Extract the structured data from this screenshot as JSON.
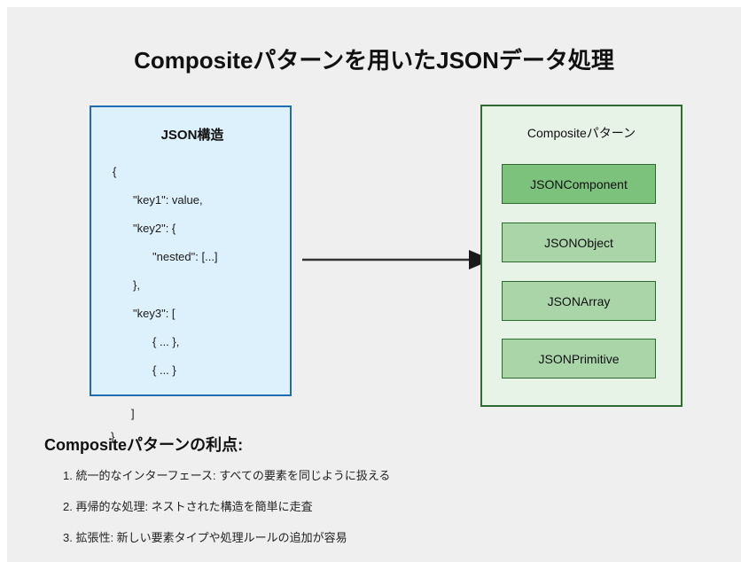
{
  "slide": {
    "title": "Compositeパターンを用いたJSONデータ処理",
    "background_color": "#efefef"
  },
  "json_box": {
    "title": "JSON構造",
    "border_color": "#1f6cb0",
    "fill_color": "#ddf1fc",
    "code_lines": [
      {
        "text": "{",
        "indent": 0
      },
      {
        "text": "\"key1\": value,",
        "indent": 1
      },
      {
        "text": "\"key2\": {",
        "indent": 1
      },
      {
        "text": "\"nested\": [...]",
        "indent": 2
      },
      {
        "text": "},",
        "indent": 1
      },
      {
        "text": "\"key3\": [",
        "indent": 1
      },
      {
        "text": "{ ... },",
        "indent": 2
      },
      {
        "text": "{ ... }",
        "indent": 2
      }
    ],
    "overflow_bracket": "]",
    "overflow_brace": "}"
  },
  "arrow": {
    "label": "",
    "color": "#333333"
  },
  "pattern_box": {
    "title": "Compositeパターン",
    "border_color": "#2e6b2e",
    "fill_color": "#e7f3e7",
    "items": [
      {
        "label": "JSONComponent",
        "style": "primary",
        "color": "#7cc17c"
      },
      {
        "label": "JSONObject",
        "style": "normal",
        "color": "#a9d5a9"
      },
      {
        "label": "JSONArray",
        "style": "normal",
        "color": "#a9d5a9"
      },
      {
        "label": "JSONPrimitive",
        "style": "normal",
        "color": "#a9d5a9"
      }
    ]
  },
  "benefits": {
    "heading": "Compositeパターンの利点:",
    "items": [
      "1. 統一的なインターフェース: すべての要素を同じように扱える",
      "2. 再帰的な処理: ネストされた構造を簡単に走査",
      "3. 拡張性: 新しい要素タイプや処理ルールの追加が容易"
    ]
  }
}
